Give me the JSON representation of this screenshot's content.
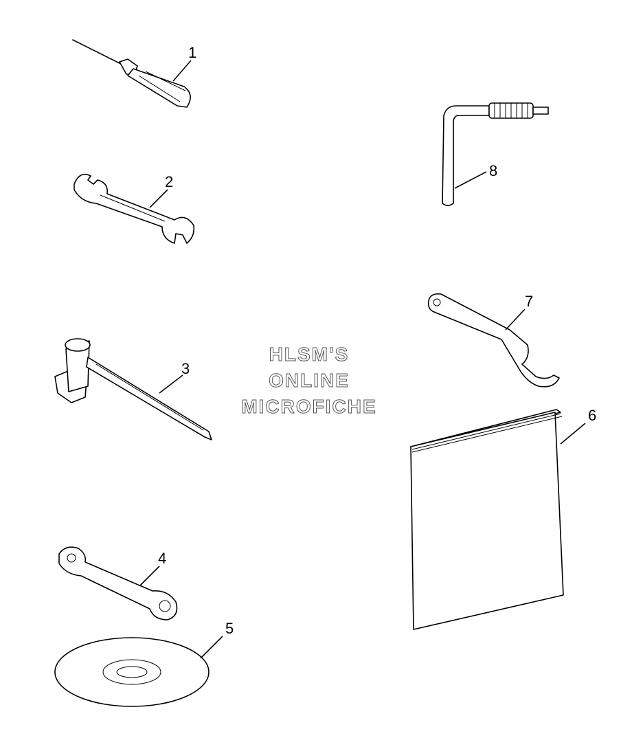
{
  "watermark": {
    "line1": "HLSM'S",
    "line2": "ONLINE",
    "line3": "MICROFICHE"
  },
  "callouts": {
    "c1": "1",
    "c2": "2",
    "c3": "3",
    "c4": "4",
    "c5": "5",
    "c6": "6",
    "c7": "7",
    "c8": "8"
  }
}
